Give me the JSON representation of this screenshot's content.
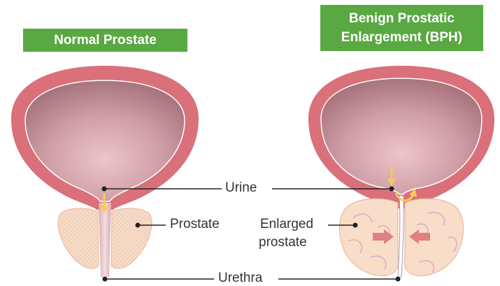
{
  "banners": {
    "left": "Normal Prostate",
    "right_line1": "Benign Prostatic",
    "right_line2": "Enlargement (BPH)"
  },
  "labels": {
    "urine": "Urine",
    "prostate": "Prostate",
    "enlarged_line1": "Enlarged",
    "enlarged_line2": "prostate",
    "urethra": "Urethra"
  },
  "colors": {
    "banner_green": "#5aa842",
    "bladder_wall": "#d9707a",
    "bladder_inner": "#c99aa1",
    "prostate_fill": "#f6dcc8",
    "urine_arrow": "#f2cd52",
    "compression_arrow": "#e08080"
  }
}
